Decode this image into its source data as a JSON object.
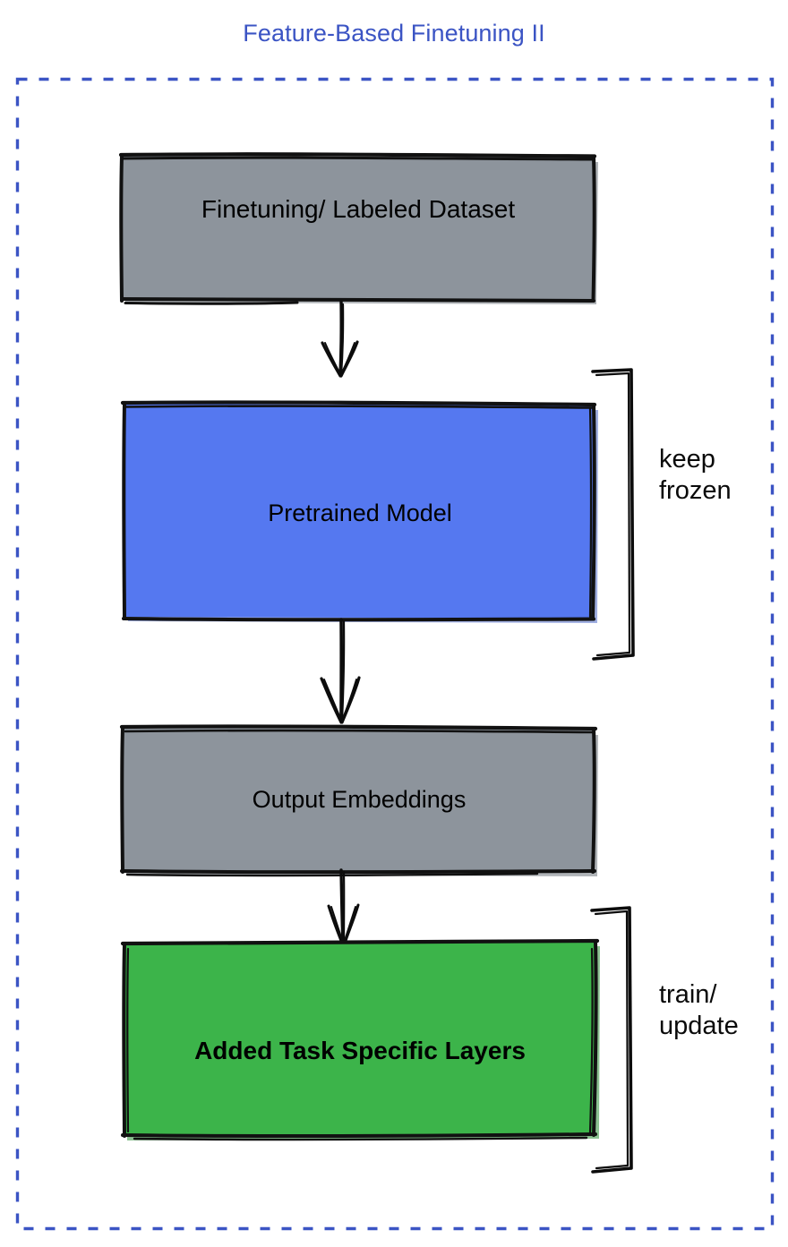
{
  "diagram": {
    "title": "Feature-Based Finetuning II",
    "title_color": "#3b54c4",
    "outer_frame": {
      "style": "dashed",
      "color": "#3b54c4"
    },
    "boxes": [
      {
        "id": "dataset",
        "label": "Finetuning/ Labeled Dataset",
        "fill": "#8d949c",
        "stroke": "#000000"
      },
      {
        "id": "pretrained-model",
        "label": "Pretrained Model",
        "fill": "#5578f0",
        "stroke": "#000000"
      },
      {
        "id": "output-embeddings",
        "label": "Output Embeddings",
        "fill": "#8d949c",
        "stroke": "#000000"
      },
      {
        "id": "task-layers",
        "label": "Added Task Specific Layers",
        "fill": "#3cb44a",
        "stroke": "#000000"
      }
    ],
    "annotations": [
      {
        "id": "keep-frozen",
        "text": "keep\nfrozen",
        "targets": "pretrained-model"
      },
      {
        "id": "train-update",
        "text": "train/\nupdate",
        "targets": "task-layers"
      }
    ],
    "arrows": [
      {
        "from": "dataset",
        "to": "pretrained-model"
      },
      {
        "from": "pretrained-model",
        "to": "output-embeddings"
      },
      {
        "from": "output-embeddings",
        "to": "task-layers"
      }
    ]
  }
}
